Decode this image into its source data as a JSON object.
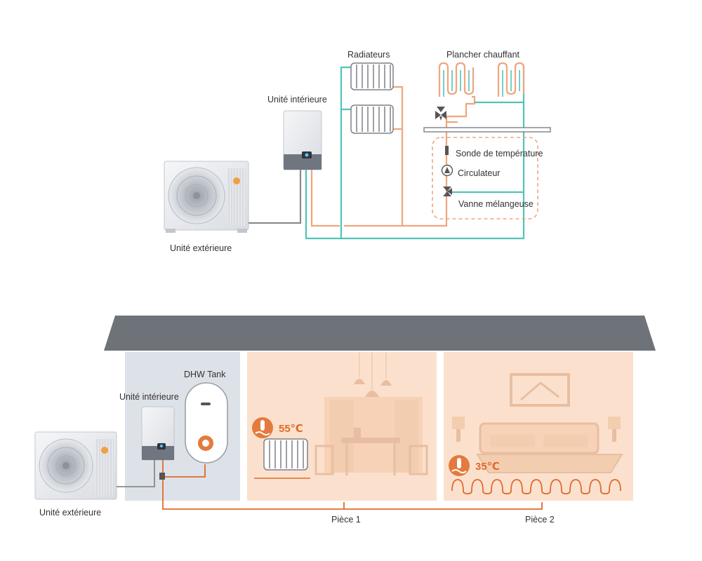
{
  "top_diagram": {
    "label_radiateurs": "Radiateurs",
    "label_plancher": "Plancher chauffant",
    "label_unite_interieure": "Unité intérieure",
    "label_unite_exterieure": "Unité extérieure",
    "label_sonde": "Sonde de température",
    "label_circulateur": "Circulateur",
    "label_vanne": "Vanne mélangeuse"
  },
  "bottom_diagram": {
    "label_dhw_tank": "DHW Tank",
    "label_unite_interieure": "Unité intérieure",
    "label_unite_exterieure": "Unité extérieure",
    "label_piece_1": "Pièce 1",
    "label_piece_2": "Pièce 2",
    "temp_radiator": "55℃",
    "temp_floor": "35℃"
  },
  "colors": {
    "supply_pipe": "#f0a57e",
    "return_pipe": "#52c3b7",
    "control_line": "#8a8a8a",
    "room_fill": "#fbe1cd",
    "utility_fill": "#dde1e8",
    "roof": "#6e7279",
    "accent": "#e06a2c"
  }
}
